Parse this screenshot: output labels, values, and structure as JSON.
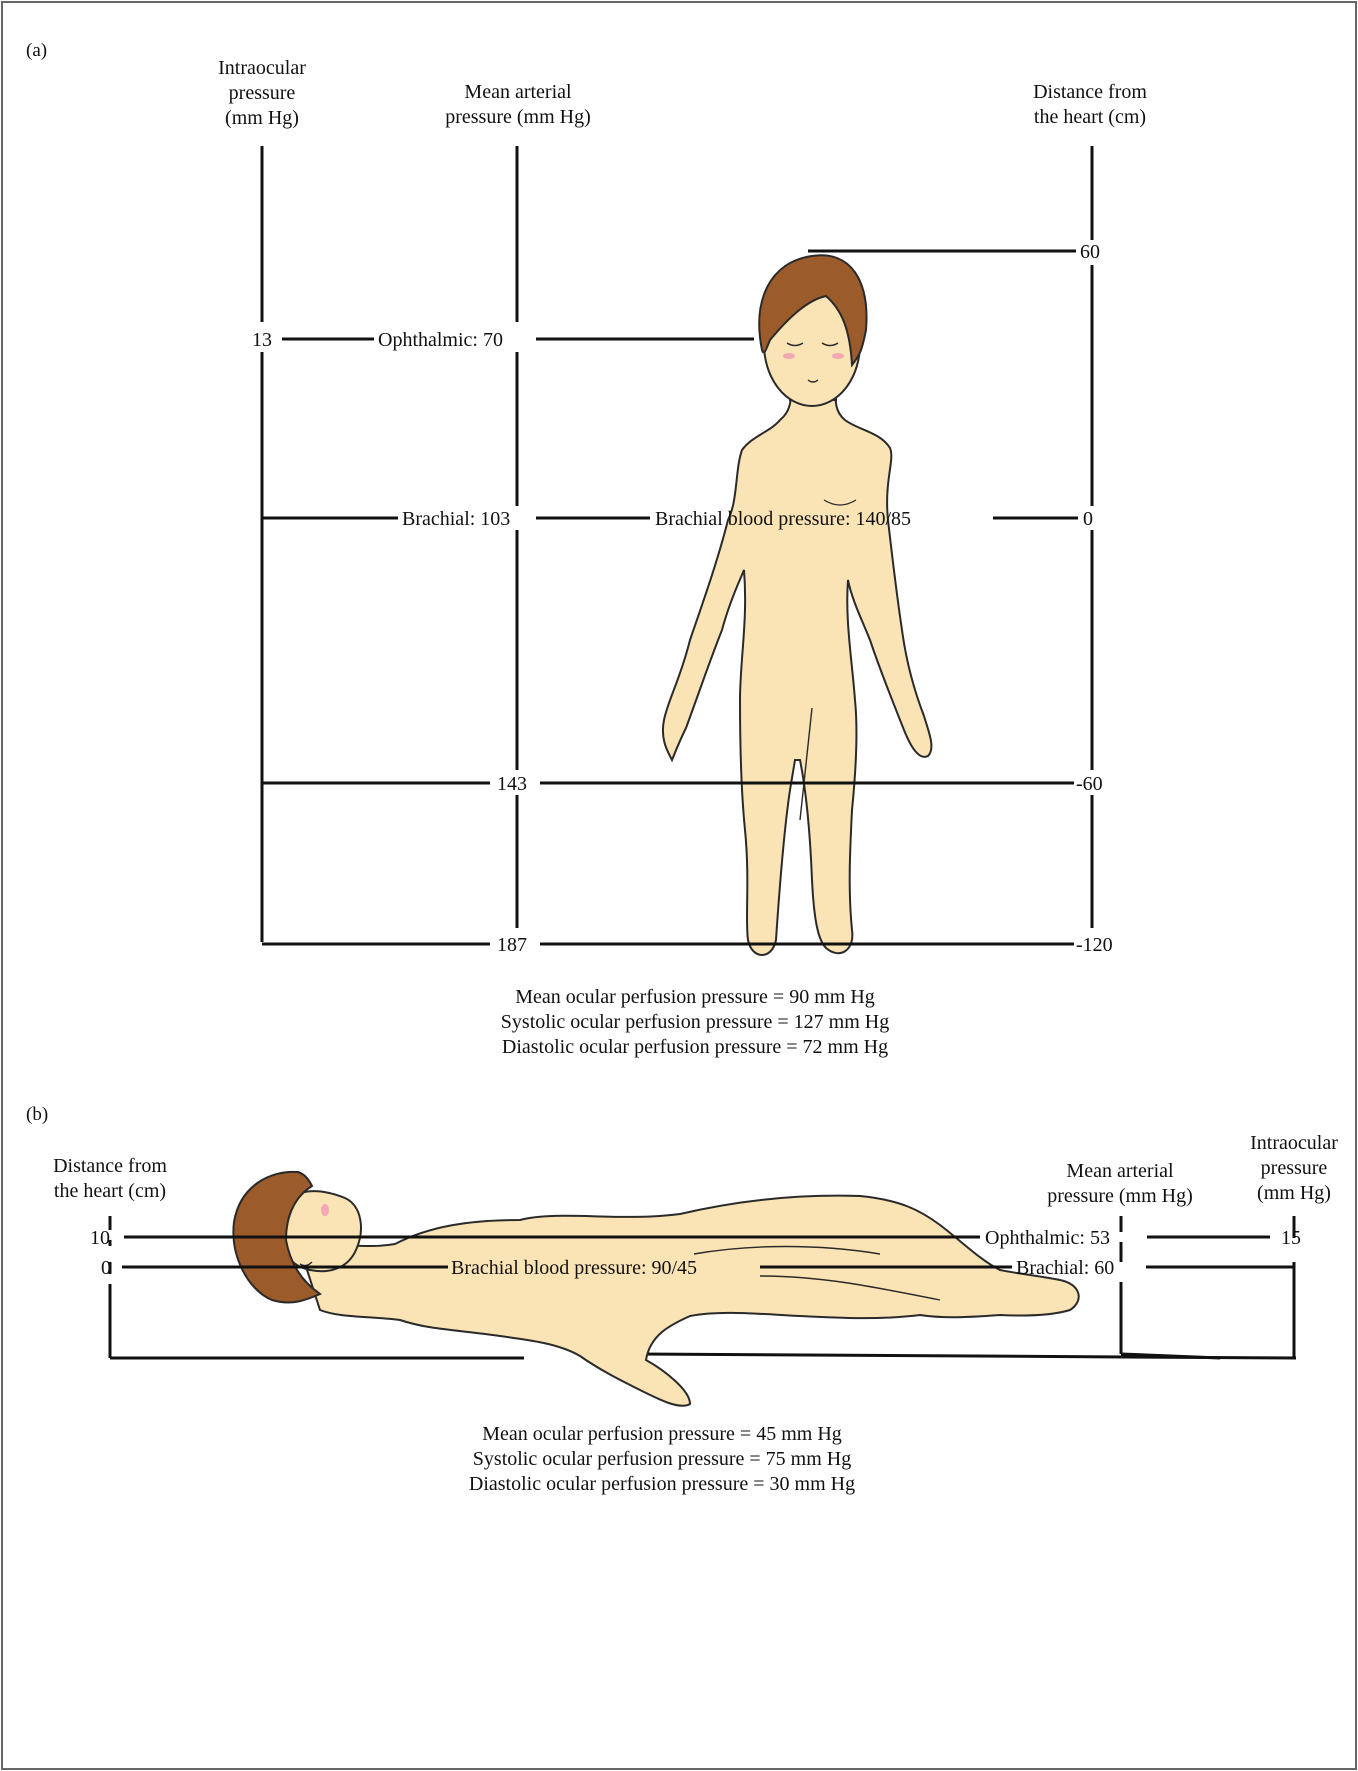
{
  "panel_a": {
    "label": "(a)",
    "axis_iop": {
      "line1": "Intraocular",
      "line2": "pressure",
      "line3": "(mm Hg)"
    },
    "axis_map": {
      "line1": "Mean arterial",
      "line2": "pressure (mm Hg)"
    },
    "axis_dist": {
      "line1": "Distance from",
      "line2": "the heart (cm)"
    },
    "iop_value": "13",
    "ophthalmic": "Ophthalmic: 70",
    "brachial": "Brachial: 103",
    "brachial_bp": "Brachial blood pressure: 140/85",
    "knee_map": "143",
    "foot_map": "187",
    "dist_head": "60",
    "dist_heart": "0",
    "dist_knee": "-60",
    "dist_foot": "-120",
    "summary": [
      "Mean ocular perfusion pressure = 90 mm Hg",
      "Systolic ocular perfusion pressure = 127 mm Hg",
      "Diastolic ocular perfusion pressure = 72 mm Hg"
    ]
  },
  "panel_b": {
    "label": "(b)",
    "axis_dist": {
      "line1": "Distance from",
      "line2": "the heart (cm)"
    },
    "axis_map": {
      "line1": "Mean arterial",
      "line2": "pressure (mm Hg)"
    },
    "axis_iop": {
      "line1": "Intraocular",
      "line2": "pressure",
      "line3": "(mm Hg)"
    },
    "dist_eye": "10",
    "dist_heart": "0",
    "ophthalmic": "Ophthalmic: 53",
    "brachial": "Brachial: 60",
    "iop_value": "15",
    "brachial_bp": "Brachial blood pressure: 90/45",
    "summary": [
      "Mean ocular perfusion pressure = 45 mm Hg",
      "Systolic ocular perfusion pressure = 75 mm Hg",
      "Diastolic ocular perfusion pressure = 30 mm Hg"
    ]
  },
  "colors": {
    "skin": "#fae3b4",
    "skin_outline": "#2a2a2a",
    "hair": "#9b5b2a",
    "line": "#111111",
    "blush": "#f2a9b3"
  }
}
